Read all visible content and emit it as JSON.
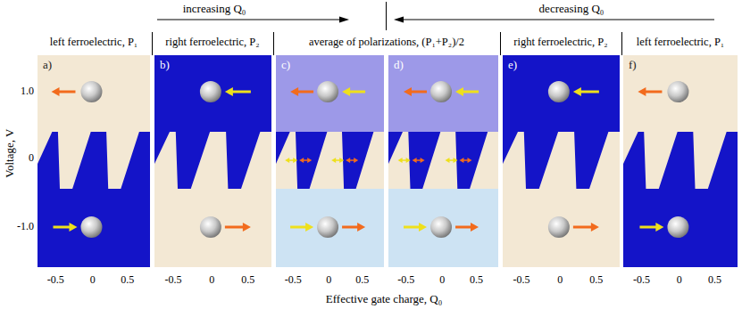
{
  "diagram": {
    "nodes": [
      {
        "text": [
          "a)"
        ]
      },
      {
        "text": [
          "b)"
        ]
      },
      {
        "text": [
          "c)"
        ]
      },
      {
        "text": [
          "d)"
        ]
      },
      {
        "text": [
          "e)"
        ]
      },
      {
        "text": [
          "f)"
        ]
      }
    ],
    "labels": [
      "increasing Q₀",
      "decreasing Q₀",
      "left ferroelectric, P₁",
      "right ferroelectric, P₂",
      "average of polarizations, (P₁+P₂)/2",
      "right ferroelectric, P₂",
      "left ferroelectric, P₁",
      "Voltage, V",
      "1.0",
      "0",
      "-1.0",
      "-0.5",
      "0",
      "0.5",
      "-0.5",
      "0",
      "0.5",
      "-0.5",
      "0",
      "0.5",
      "-0.5",
      "0",
      "0.5",
      "-0.5",
      "0",
      "0.5",
      "-0.5",
      "0",
      "0.5",
      "Effective gate charge, Q₀"
    ]
  }
}
